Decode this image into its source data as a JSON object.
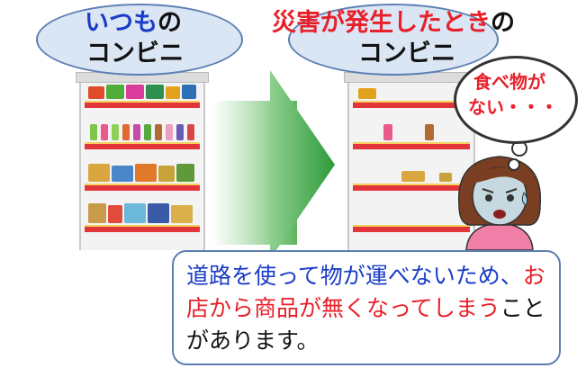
{
  "left_title": {
    "line1_highlight": "いつも",
    "line1_rest": "の",
    "line2": "コンビニ"
  },
  "right_title": {
    "line1_highlight": "災害が発生したとき",
    "line1_rest": "の",
    "line2": "コンビニ"
  },
  "thought_bubble": {
    "line1": "食べ物が",
    "line2": "ない・・・"
  },
  "caption": {
    "part1": "道路を使って物が運べないため、",
    "part2": "お店から商品が無くなってしまう",
    "part3": "ことがあります。"
  },
  "colors": {
    "blue_text": "#1a3cc8",
    "red_text": "#e8202a",
    "oval_fill": "#dbe6f4",
    "arrow_green": "#5db55d",
    "shelf_red": "#e2353b"
  }
}
